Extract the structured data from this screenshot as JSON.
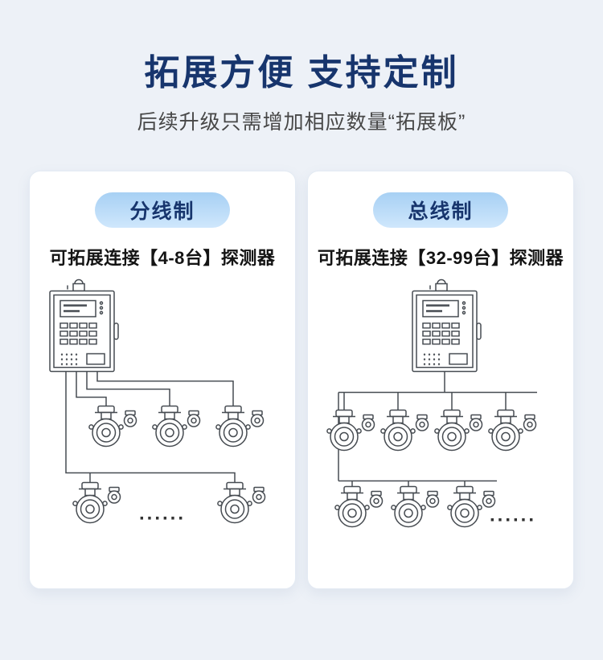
{
  "page": {
    "title": "拓展方便 支持定制",
    "subtitle": "后续升级只需增加相应数量“拓展板”"
  },
  "cards": [
    {
      "id": "branch-wiring",
      "badge": "分线制",
      "description": "可拓展连接【4-8台】探测器",
      "ellipsis": "......",
      "detectors_row1": 3,
      "detectors_row2": 2
    },
    {
      "id": "bus-wiring",
      "badge": "总线制",
      "description": "可拓展连接【32-99台】探测器",
      "ellipsis": "......",
      "detectors_row1": 4,
      "detectors_row2": 3
    }
  ],
  "colors": {
    "background": "#edf1f7",
    "title": "#17356d",
    "badge_background_top": "#a7d0f4",
    "badge_background_bottom": "#cfe7fc",
    "badge_text": "#17356d",
    "card_background": "#ffffff",
    "line_art": "#474c52"
  }
}
